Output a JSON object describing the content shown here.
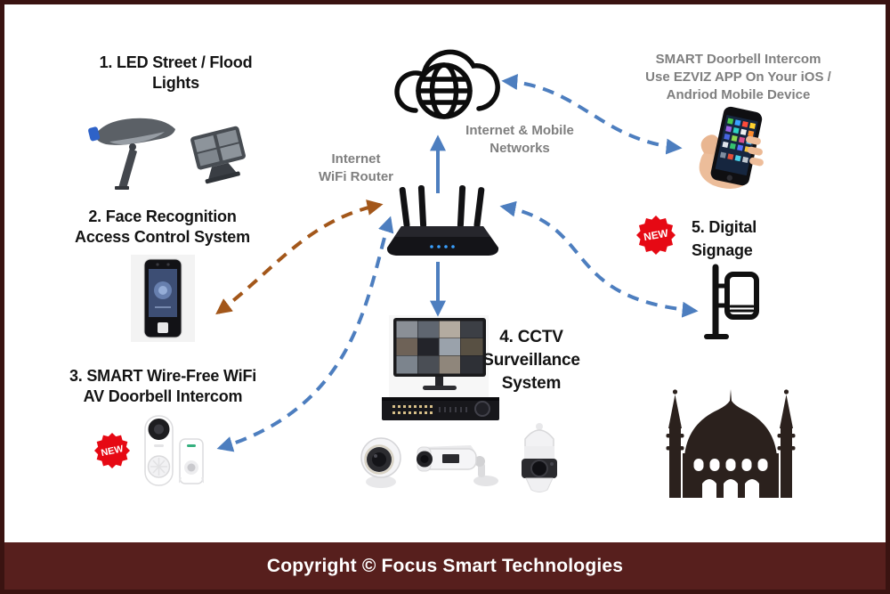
{
  "colors": {
    "border": "#3a1311",
    "footer_bg": "#571f1d",
    "footer_text": "#ffffff",
    "title_text": "#141414",
    "muted_text": "#7f7f7f",
    "arrow_blue": "#4d7ebf",
    "arrow_brown": "#a3571a",
    "badge_red": "#e60914",
    "mosque": "#2b211d"
  },
  "footer": {
    "text": "Copyright © Focus Smart Technologies"
  },
  "hub": {
    "cloud_label": "Internet & Mobile\nNetworks",
    "router_label": "Internet\nWiFi Router"
  },
  "mobile": {
    "caption": "SMART Doorbell Intercom\nUse EZVIZ APP On Your iOS /\nAndriod Mobile Device"
  },
  "sections": {
    "led": {
      "title": "1. LED Street / Flood\nLights"
    },
    "face": {
      "title": "2. Face Recognition\nAccess Control System"
    },
    "doorbell": {
      "title": "3. SMART Wire-Free WiFi\nAV Doorbell Intercom",
      "badge": "NEW"
    },
    "cctv": {
      "title": "4. CCTV\nSurveillance\nSystem"
    },
    "signage": {
      "title": "5. Digital\nSignage",
      "badge": "NEW"
    }
  },
  "icons": {
    "cloud": "internet-cloud-globe-icon",
    "router": "wifi-router-icon",
    "phone": "smartphone-in-hand-icon",
    "street_light": "led-street-light-icon",
    "flood_light": "led-flood-light-icon",
    "face_terminal": "face-recognition-terminal-icon",
    "doorbell": "video-doorbell-icon",
    "chime": "doorbell-chime-icon",
    "monitor": "cctv-monitor-icon",
    "dvr": "dvr-recorder-icon",
    "dome_camera": "dome-camera-icon",
    "bullet_camera": "bullet-camera-icon",
    "ptz_camera": "ptz-camera-icon",
    "signage": "digital-signage-stand-icon",
    "mosque": "mosque-silhouette-icon"
  }
}
